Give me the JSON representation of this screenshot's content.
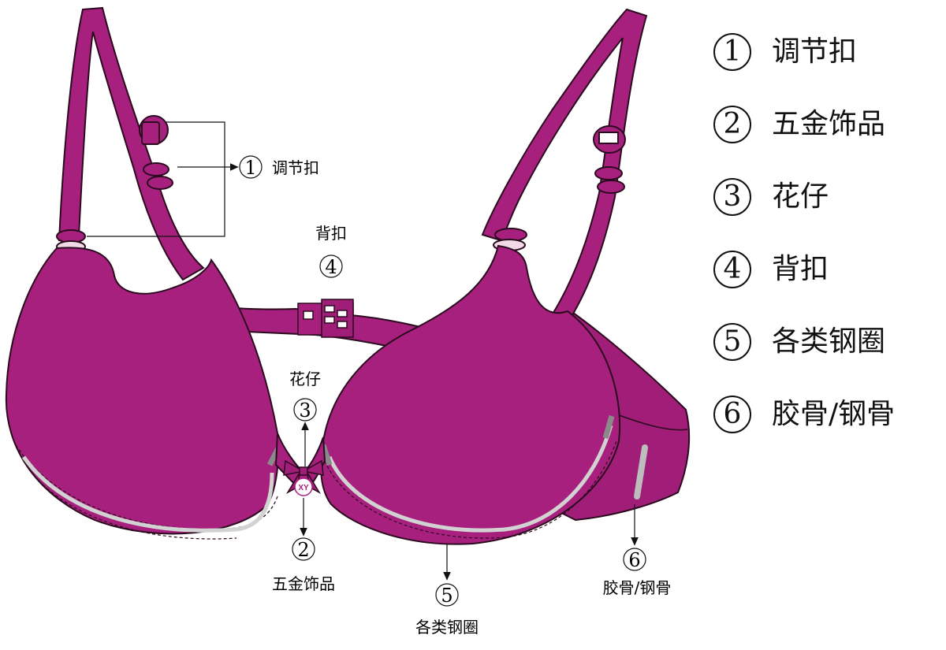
{
  "legend": [
    {
      "num": "1",
      "label": "调节扣"
    },
    {
      "num": "2",
      "label": "五金饰品"
    },
    {
      "num": "3",
      "label": "花仔"
    },
    {
      "num": "4",
      "label": "背扣"
    },
    {
      "num": "5",
      "label": "各类钢圈"
    },
    {
      "num": "6",
      "label": "胶骨/钢骨"
    }
  ],
  "callouts": {
    "c1": {
      "num": "1",
      "label": "调节扣"
    },
    "c2": {
      "num": "2",
      "label": "五金饰品"
    },
    "c3": {
      "num": "3",
      "label": "花仔"
    },
    "c4": {
      "num": "4",
      "label": "背扣"
    },
    "c5": {
      "num": "5",
      "label": "各类钢圈"
    },
    "c6": {
      "num": "6",
      "label": "胶骨/钢骨"
    }
  },
  "bow_text": "XY",
  "colors": {
    "fabric": "#a8207e",
    "fabric_dark": "#8e1869",
    "outline": "#2a0a1e",
    "wire": "#d2d2d2",
    "bone": "#bdbdbd"
  }
}
